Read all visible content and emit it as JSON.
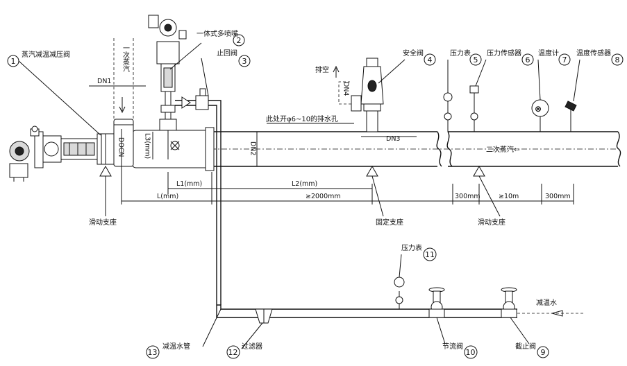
{
  "components": {
    "c1": {
      "num": "1",
      "label": "蒸汽减温减压阀"
    },
    "c2": {
      "num": "2",
      "label": "一体式多喷嘴"
    },
    "c3": {
      "num": "3",
      "label": "止回阀"
    },
    "c4": {
      "num": "4",
      "label": "安全阀"
    },
    "c5": {
      "num": "5",
      "label": "压力表"
    },
    "c6": {
      "num": "6",
      "label": "压力传感器"
    },
    "c7": {
      "num": "7",
      "label": "温度计"
    },
    "c8": {
      "num": "8",
      "label": "温度传感器"
    },
    "c9": {
      "num": "9",
      "label": "截止阀"
    },
    "c10": {
      "num": "10",
      "label": "节流阀"
    },
    "c11": {
      "num": "11",
      "label": "压力表"
    },
    "c12": {
      "num": "12",
      "label": "过滤器"
    },
    "c13": {
      "num": "13",
      "label": "减温水管"
    }
  },
  "labels": {
    "primary_steam": "一次蒸汽",
    "secondary_steam": "二次蒸汽⇦",
    "vent": "排空",
    "drain_note": "此处开φ6~10的排水孔",
    "sliding_support_left": "滑动支座",
    "sliding_support_right": "滑动支座",
    "fixed_support": "固定支座",
    "desuper_water": "减温水"
  },
  "dimensions": {
    "dn1": "DN1",
    "dn2": "DN2",
    "dn3": "DN3",
    "dn4": "DN4",
    "docn": "DOCN",
    "l3": "L3(mm)",
    "l": "L(mm)",
    "l1": "L1(mm)",
    "l2": "L2(mm)",
    "min2000": "≥2000mm",
    "s300a": "300mm",
    "min10m": "≥10m",
    "s300b": "300mm"
  }
}
